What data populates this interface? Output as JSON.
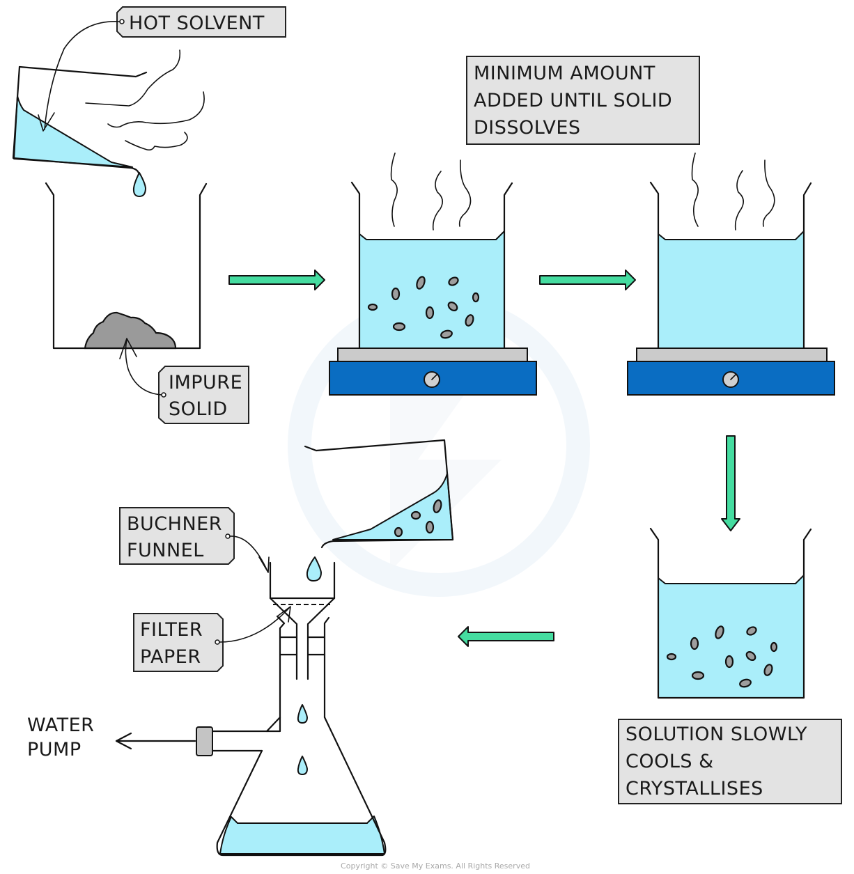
{
  "diagram": {
    "title": "Recrystallisation of an impure solid",
    "labels": {
      "hot_solvent": "HOT SOLVENT",
      "impure_solid": [
        "IMPURE",
        "SOLID"
      ],
      "minimum_amount": [
        "MINIMUM  AMOUNT",
        "ADDED  UNTIL  SOLID",
        "DISSOLVES"
      ],
      "solution_cools": [
        "SOLUTION  SLOWLY",
        "COOLS  &",
        "CRYSTALLISES"
      ],
      "buchner_funnel": [
        "BUCHNER",
        "FUNNEL"
      ],
      "filter_paper": [
        "FILTER",
        "PAPER"
      ],
      "water_pump": [
        "WATER",
        "PUMP"
      ]
    },
    "steps": [
      {
        "id": 1,
        "description": "Hot solvent poured onto impure solid in beaker"
      },
      {
        "id": 2,
        "description": "Heated on hot plate; solid dissolving"
      },
      {
        "id": 3,
        "description": "Fully dissolved solution on hot plate"
      },
      {
        "id": 4,
        "description": "Solution slowly cools and crystallises"
      },
      {
        "id": 5,
        "description": "Crystals filtered using Buchner funnel and water pump"
      }
    ],
    "flow_arrows": [
      "right",
      "right",
      "down",
      "left"
    ],
    "colors": {
      "liquid": "#aaeefa",
      "arrow": "#45dca0",
      "hot_plate_base": "#0a6dc2",
      "hot_plate_top": "#cbcbcb",
      "solid": "#9a9a9a",
      "label_box": "#e3e3e3"
    },
    "copyright": "Copyright © Save My Exams. All Rights Reserved"
  }
}
